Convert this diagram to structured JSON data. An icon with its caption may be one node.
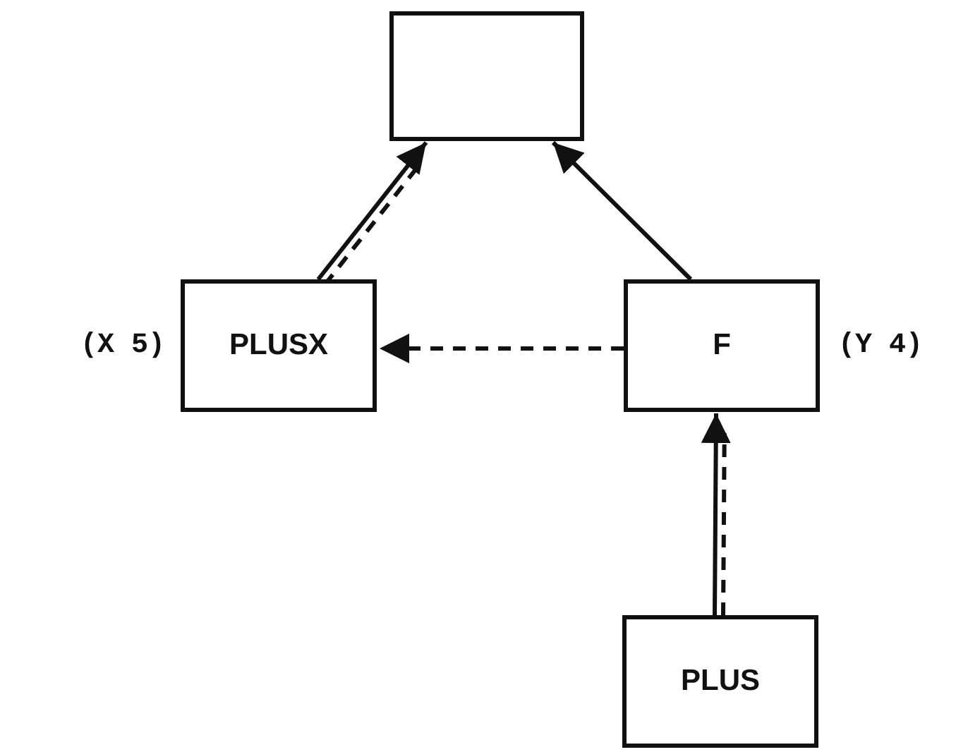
{
  "diagram": {
    "nodes": [
      {
        "text": [],
        "shape": "box"
      },
      {
        "text": [
          "PLUSX"
        ],
        "beside": [
          "(X 5)"
        ]
      },
      {
        "text": [
          "F"
        ],
        "beside": [
          "(Y 4)"
        ]
      },
      {
        "text": [
          "PLUS"
        ]
      }
    ],
    "edges": [
      {
        "from": 1,
        "to": 0,
        "arrow": "to"
      },
      {
        "from": 1,
        "to": 0,
        "arrow": "none",
        "style": "dashed"
      },
      {
        "from": 2,
        "to": 0,
        "arrow": "to"
      },
      {
        "from": 2,
        "to": 1,
        "arrow": "to",
        "style": "dashed"
      },
      {
        "from": 3,
        "to": 2,
        "arrow": "to"
      },
      {
        "from": 3,
        "to": 2,
        "arrow": "none",
        "style": "dashed"
      }
    ]
  }
}
